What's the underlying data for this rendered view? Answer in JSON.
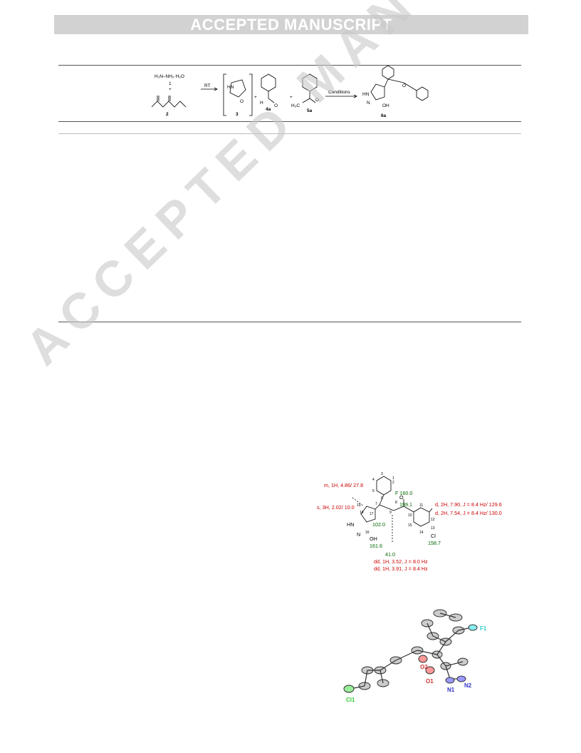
{
  "banner": "ACCEPTED MANUSCRIPT",
  "watermark": "ACCEPTED MANUSCRIPT",
  "scheme": {
    "reagent1": "H₂N–NH₂·H₂O",
    "num1": "1",
    "plus": "+",
    "num2": "2",
    "rt": "RT",
    "num3": "3",
    "num4a": "4a",
    "num5a": "5a",
    "conditions": "Conditions",
    "num6a": "6a",
    "hn": "HN",
    "n": "N",
    "oh": "OH",
    "o": "O",
    "h": "H",
    "h3c": "H₃C"
  },
  "nmr": {
    "l1": "m, 1H, 4.86/ 27.8",
    "l2": "s, 3H, 2.02/ 10.0",
    "l3": "F 160.0",
    "l4": "199.1",
    "l5": "d, 2H, 7.90, J = 8.4 Hz/ 129.6",
    "l6": "d, 2H, 7.54, J = 8.4 Hz/ 130.0",
    "l7": "102.0",
    "l8": "161.6",
    "l9": "Cl",
    "l10": "158.7",
    "l11": "41.0",
    "l12": "dd, 1H, 3.52, J = 8.0 Hz",
    "l13": "dd, 1H, 3.91, J = 8.4 Hz",
    "hn": "HN",
    "n": "N",
    "oh": "OH",
    "o": "O",
    "atoms": [
      "1",
      "2",
      "3",
      "4",
      "5",
      "6",
      "7",
      "8",
      "9",
      "10",
      "11",
      "12",
      "13",
      "14",
      "15",
      "16",
      "17",
      "18",
      "19"
    ]
  },
  "crystal": {
    "f1": "F1",
    "o2": "O2",
    "o1": "O1",
    "n1": "N1",
    "n2": "N2",
    "cl1": "Cl1"
  }
}
